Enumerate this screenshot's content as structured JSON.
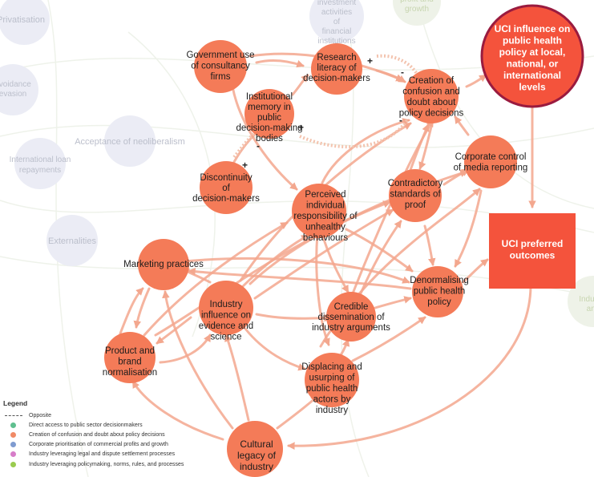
{
  "colors": {
    "node_fill": "#f47b58",
    "node_text": "#1c1c1c",
    "edge": "#f3a78e",
    "target_fill": "#f4533c",
    "target_stroke": "#9a1b3f",
    "background_node": "#e9ebf4",
    "background_text": "#b4b8c6"
  },
  "background_labels": {
    "privatisation": "Privatisation",
    "investment": "investment activities of financial institutions",
    "profit_growth": "profit and growth",
    "avoidance": "avoidance evasion",
    "neoliberalism": "Acceptance of neoliberalism",
    "loan": "International loan repayments",
    "externalities": "Externalities",
    "industry_right": "Industry and"
  },
  "nodes": {
    "government_consultancy": "Government use of consultancy firms",
    "research_literacy": "Research literacy of decision-makers",
    "creation_confusion": "Creation of confusion and doubt about policy decisions",
    "institutional_memory": "Institutional memory in public decision-making bodies",
    "discontinuity": "Discontinuity of decision-makers",
    "corporate_control": "Corporate control of media reporting",
    "contradictory_standards": "Contradictory standards of proof",
    "perceived_responsibility": "Perceived individual responsibility of unhealthy behaviours",
    "marketing": "Marketing practices",
    "denormalising": "Denormalising public health policy",
    "industry_influence": "Industry influence on evidence and science",
    "credible_dissemination": "Credible dissemination of industry arguments",
    "product_normalisation": "Product and brand normalisation",
    "displacing": "Displacing and usurping of public health actors by industry",
    "cultural_legacy": "Cultural legacy of industry",
    "uci_influence": "UCI influence on public health policy at local, national, or international levels",
    "uci_outcomes": "UCI preferred outcomes"
  },
  "polarity_signs": [
    "+",
    "-",
    "+",
    "-",
    "+",
    "-",
    "+"
  ],
  "legend": {
    "title": "Legend",
    "opposite": "Opposite",
    "items": [
      {
        "label": "Direct access to public sector decisionmakers",
        "color": "#5fbf8f"
      },
      {
        "label": "Creation of confusion and doubt about policy decisions",
        "color": "#f08a66"
      },
      {
        "label": "Corporate prioritisation of commercial profits and growth",
        "color": "#7f9bd0"
      },
      {
        "label": "Industry leveraging legal and dispute settlement processes",
        "color": "#d77dc9"
      },
      {
        "label": "Industry leveraging policymaking, norms, rules, and processes",
        "color": "#9acb4f"
      }
    ]
  }
}
